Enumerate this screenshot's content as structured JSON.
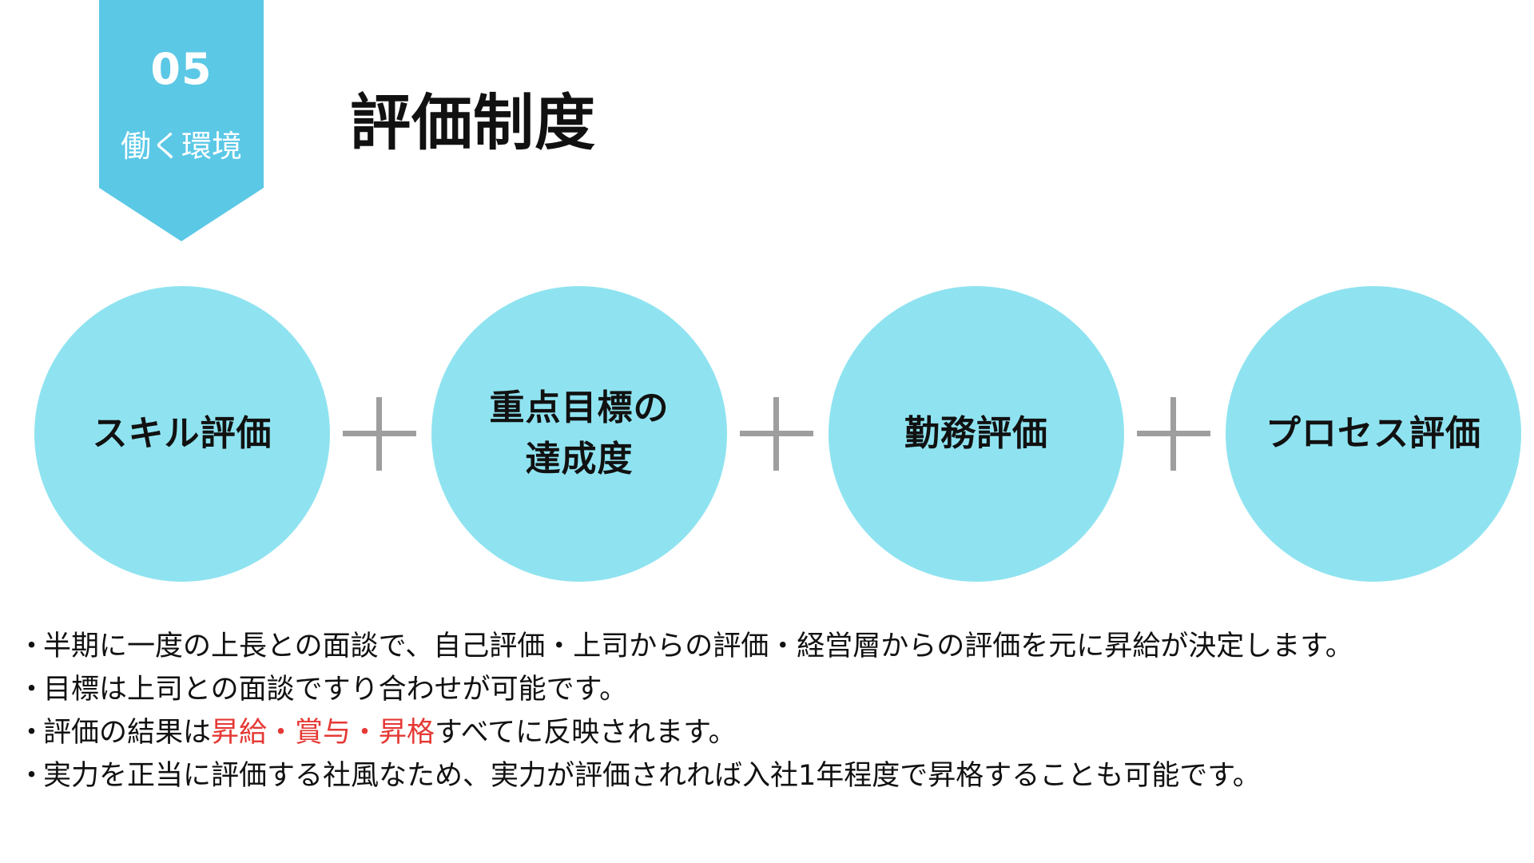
{
  "section": {
    "number": "05",
    "label": "働く環境",
    "color": "#5bc8e6"
  },
  "title": "評価制度",
  "circles": [
    {
      "line1": "スキル評価",
      "line2": ""
    },
    {
      "line1": "重点目標の",
      "line2": "達成度"
    },
    {
      "line1": "勤務評価",
      "line2": ""
    },
    {
      "line1": "プロセス評価",
      "line2": ""
    }
  ],
  "circle_color": "#8fe3f0",
  "connector_icon": "plus-icon",
  "connector_color": "#9e9e9e",
  "bullet_marker": "・",
  "bullets": [
    {
      "text": "半期に一度の上長との面談で、自己評価・上司からの評価・経営層からの評価を元に昇給が決定します。"
    },
    {
      "text": "目標は上司との面談ですり合わせが可能です。"
    },
    {
      "before": "評価の結果は",
      "highlight": "昇給・賞与・昇格",
      "after": "すべてに反映されます。"
    },
    {
      "text": "実力を正当に評価する社風なため、実力が評価されれば入社1年程度で昇格することも可能です。"
    }
  ],
  "highlight_color": "#e53935"
}
